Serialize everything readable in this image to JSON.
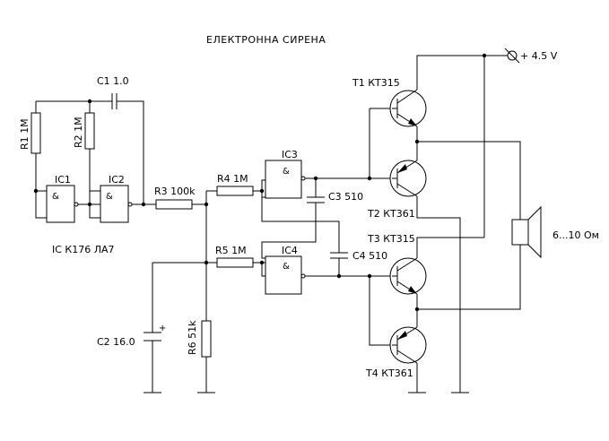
{
  "title": "ЕЛЕКТРОННА СИРЕНА",
  "power": "+ 4.5 V",
  "speaker": "6...10 Ом",
  "ic_note": "IC  К176 ЛА7",
  "gate_symbol": "&",
  "gates": {
    "ic1": "IC1",
    "ic2": "IC2",
    "ic3": "IC3",
    "ic4": "IC4"
  },
  "components": {
    "r1": "R1 1M",
    "r2": "R2 1M",
    "r3": "R3 100k",
    "r4": "R4 1M",
    "r5": "R5 1M",
    "r6": "R6 51k",
    "c1": "C1 1.0",
    "c2": "C2 16.0",
    "c3": "C3 510",
    "c4": "C4 510",
    "c2_polarity": "+"
  },
  "transistors": {
    "t1": "T1 КТ315",
    "t2": "T2 КТ361",
    "t3": "T3 КТ315",
    "t4": "T4 КТ361"
  }
}
